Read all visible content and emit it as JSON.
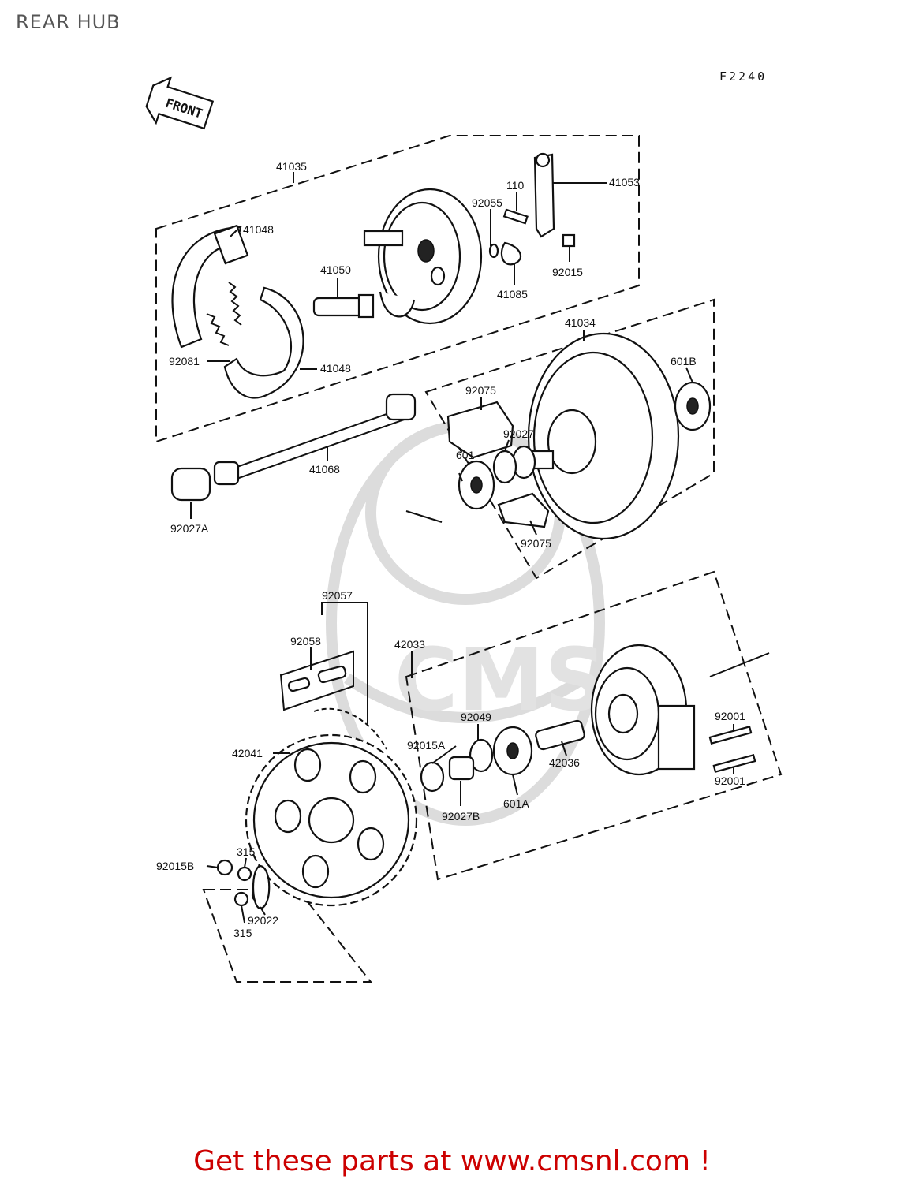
{
  "page": {
    "title": "REAR HUB",
    "figure_code": "F2240",
    "front_arrow_text": "FRONT"
  },
  "footer": {
    "text": "Get these parts at www.cmsnl.com !"
  },
  "watermark": {
    "text": "CMS",
    "color": "#dcdcdc"
  },
  "parts": [
    {
      "id": "41035",
      "text": "41035"
    },
    {
      "id": "41048a",
      "text": "41048"
    },
    {
      "id": "41050",
      "text": "41050"
    },
    {
      "id": "92081",
      "text": "92081"
    },
    {
      "id": "41048b",
      "text": "41048"
    },
    {
      "id": "110",
      "text": "110"
    },
    {
      "id": "41053",
      "text": "41053"
    },
    {
      "id": "92055",
      "text": "92055"
    },
    {
      "id": "92015",
      "text": "92015"
    },
    {
      "id": "41085",
      "text": "41085"
    },
    {
      "id": "41034",
      "text": "41034"
    },
    {
      "id": "601B",
      "text": "601B"
    },
    {
      "id": "92075a",
      "text": "92075"
    },
    {
      "id": "92027",
      "text": "92027"
    },
    {
      "id": "601",
      "text": "601"
    },
    {
      "id": "92075b",
      "text": "92075"
    },
    {
      "id": "41068",
      "text": "41068"
    },
    {
      "id": "92027A",
      "text": "92027A"
    },
    {
      "id": "92057",
      "text": "92057"
    },
    {
      "id": "92058",
      "text": "92058"
    },
    {
      "id": "42033",
      "text": "42033"
    },
    {
      "id": "92049",
      "text": "92049"
    },
    {
      "id": "92015A",
      "text": "92015A"
    },
    {
      "id": "42036",
      "text": "42036"
    },
    {
      "id": "92027B",
      "text": "92027B"
    },
    {
      "id": "601A",
      "text": "601A"
    },
    {
      "id": "92001a",
      "text": "92001"
    },
    {
      "id": "92001b",
      "text": "92001"
    },
    {
      "id": "42041",
      "text": "42041"
    },
    {
      "id": "315a",
      "text": "315"
    },
    {
      "id": "92015B",
      "text": "92015B"
    },
    {
      "id": "92022",
      "text": "92022"
    },
    {
      "id": "315b",
      "text": "315"
    }
  ]
}
